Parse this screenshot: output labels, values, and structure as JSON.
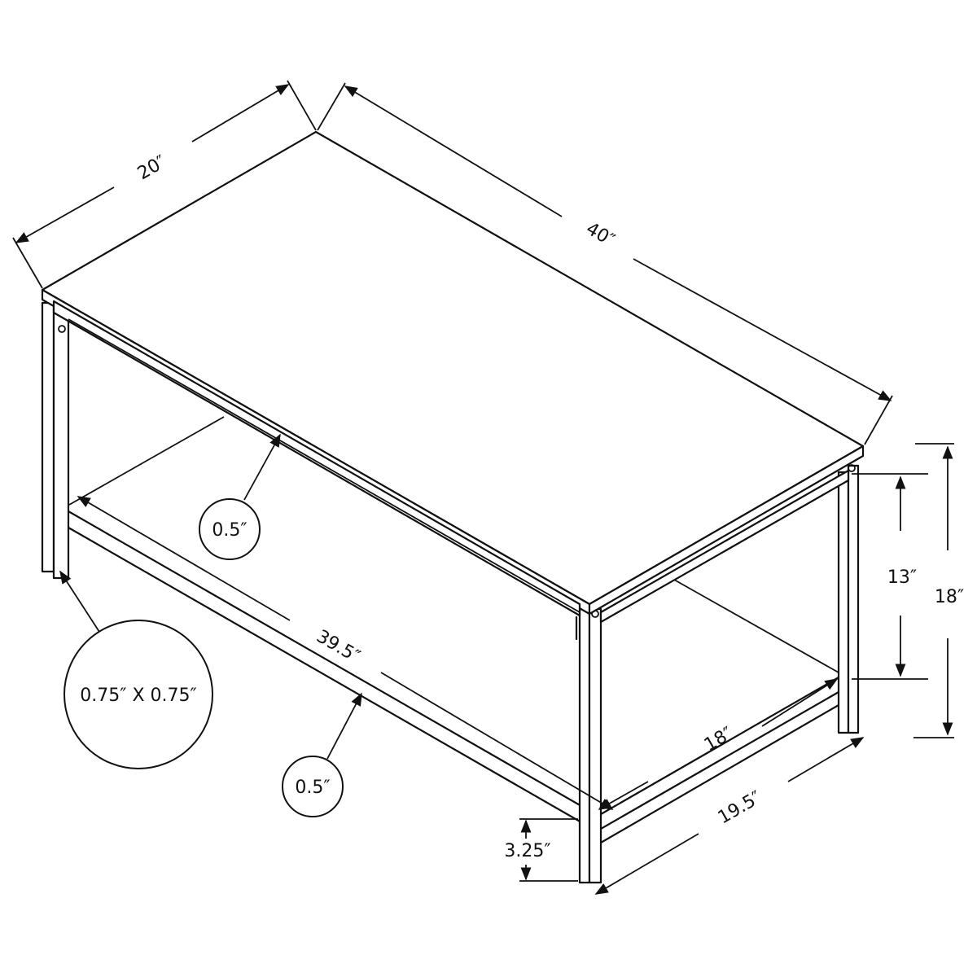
{
  "diagram": {
    "subject": "Coffee table dimension drawing",
    "line_color": "#111111",
    "background": "#ffffff",
    "dimensions": {
      "top_depth": "20″",
      "top_length": "40″",
      "shelf_length": "39.5″",
      "shelf_depth": "18″",
      "base_depth": "19.5″",
      "shelf_to_top_clearance": "13″",
      "overall_height": "18″",
      "shelf_height_from_floor": "3.25″"
    },
    "callouts": {
      "apron_thickness": "0.5″",
      "shelf_frame_thickness": "0.5″",
      "leg_size": "0.75″ X 0.75″"
    }
  }
}
